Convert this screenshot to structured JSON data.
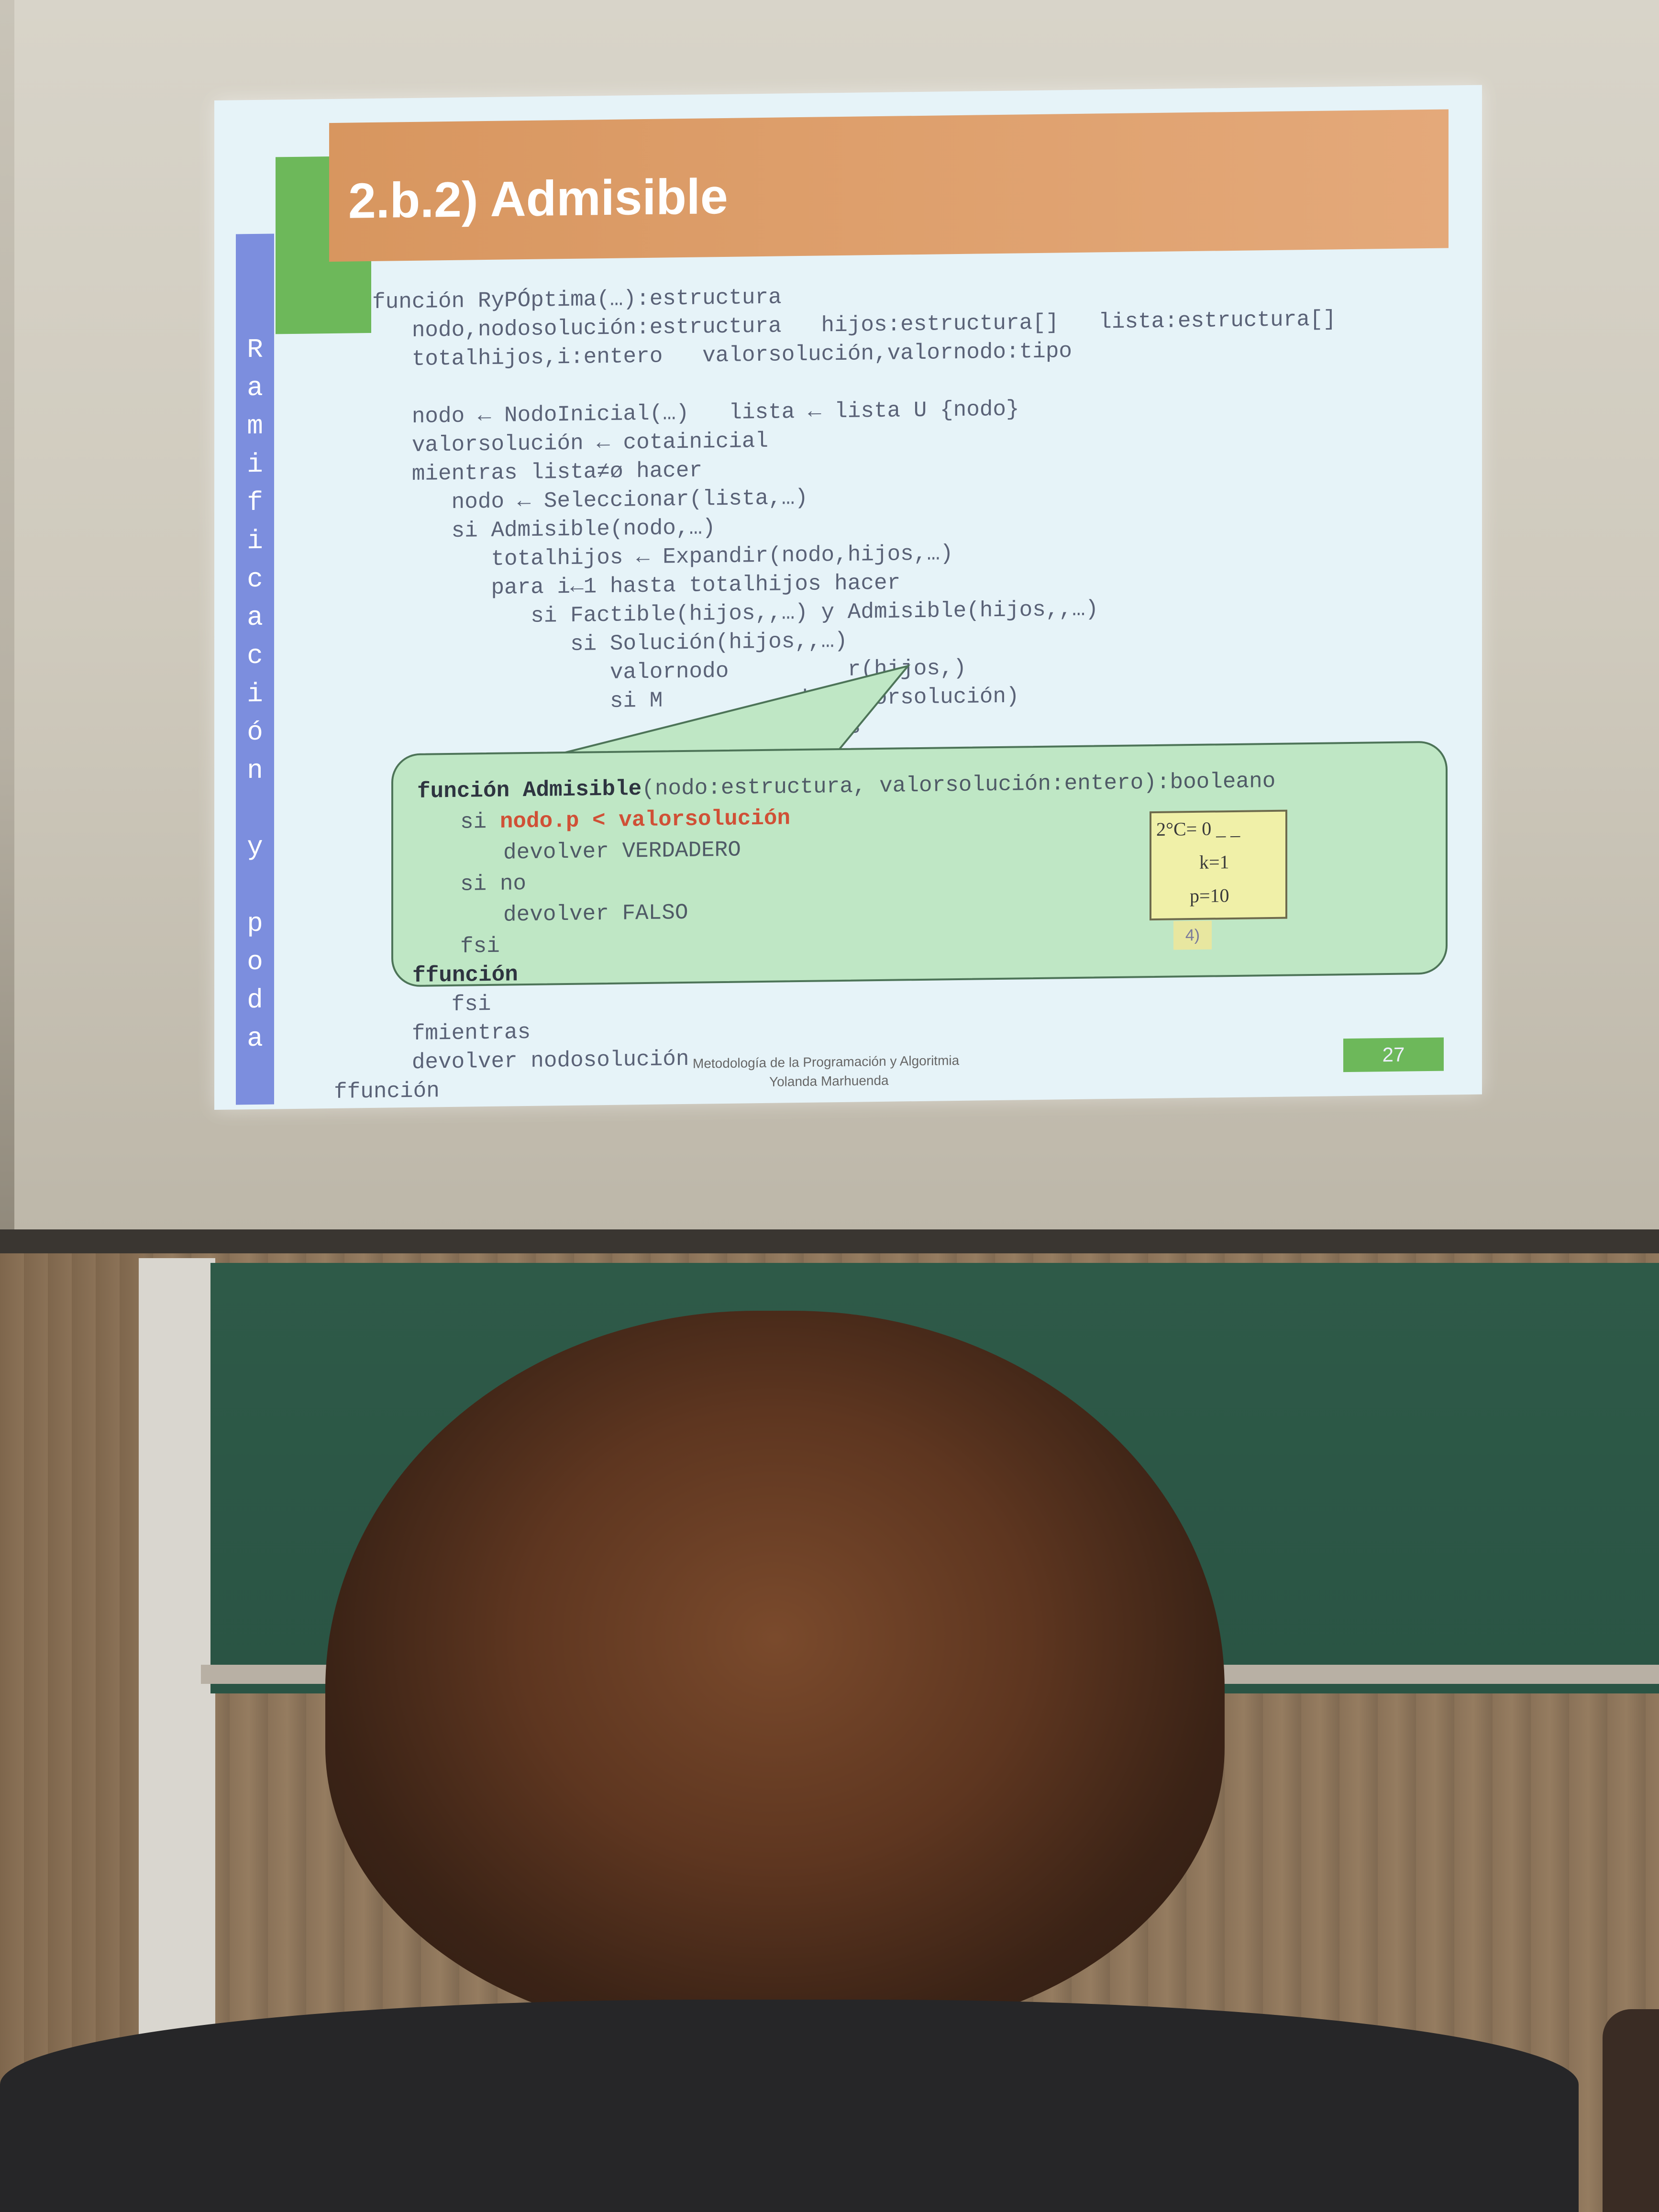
{
  "slide": {
    "title": "2.b.2) Admisible",
    "side_letters": [
      "R",
      "a",
      "m",
      "i",
      "f",
      "i",
      "c",
      "a",
      "c",
      "i",
      "ó",
      "n",
      "",
      "y",
      "",
      "p",
      "o",
      "d",
      "a"
    ],
    "code_lines": [
      "función RyPÓptima(…):estructura",
      "   nodo,nodosolución:estructura   hijos:estructura[]   lista:estructura[]",
      "   totalhijos,i:entero   valorsolución,valornodo:tipo",
      "",
      "   nodo ← NodoInicial(…)   lista ← lista U {nodo}",
      "   valorsolución ← cotainicial",
      "   mientras lista≠ø hacer",
      "      nodo ← Seleccionar(lista,…)",
      "      si Admisible(nodo,…)",
      "         totalhijos ← Expandir(nodo,hijos,…)",
      "         para i←1 hasta totalhijos hacer",
      "            si Factible(hijos,,…) y Admisible(hijos,,…)",
      "               si Solución(hijos,,…)",
      "                  valornodo         r(hijos,)",
      "                  si M          do,valorsolución)",
      "                            n ← hijos",
      "      fsi",
      "   fmientras",
      "   devolver nodosolución",
      "ffunción"
    ],
    "callout": {
      "line1_kw": "función Admisible",
      "line1_rest": "(nodo:estructura, valorsolución:entero):booleano",
      "line2_si": "si ",
      "line2_expr": "nodo.p < valorsolución",
      "line3": "devolver VERDADERO",
      "line4": "si no",
      "line5": "devolver FALSO",
      "line6": "fsi",
      "line7": "ffunción"
    },
    "mini_box": {
      "c": "2°C=  0  _ _",
      "k": "k=1",
      "p": "p=10",
      "tag": "4)"
    },
    "footer_line1": "Metodología de la Programación y Algoritmia",
    "footer_line2": "Yolanda Marhuenda",
    "page_number": "27"
  }
}
